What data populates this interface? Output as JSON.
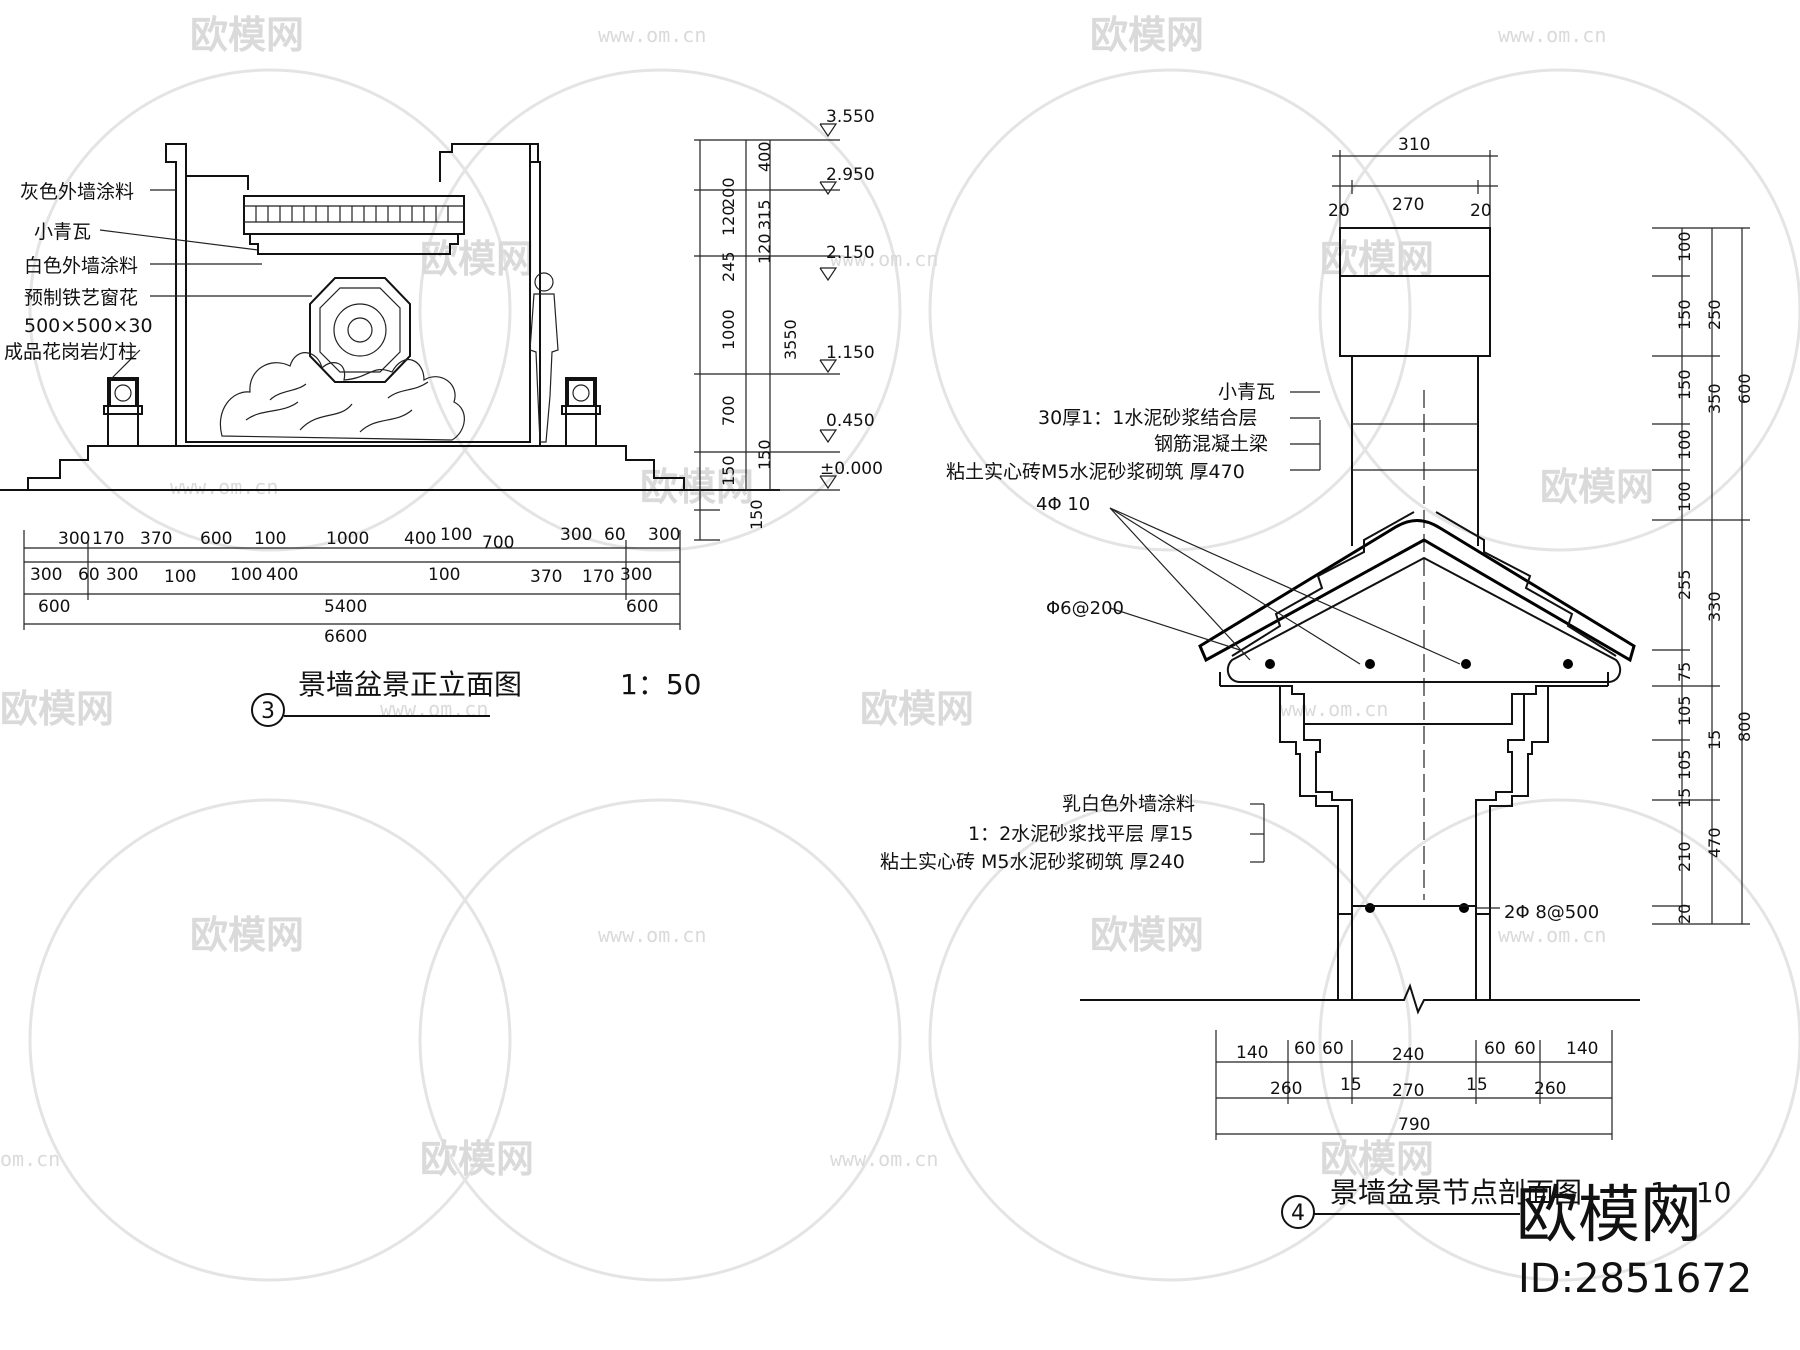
{
  "watermark": {
    "brand": "欧模网",
    "domain": "www.om.cn",
    "domain_short": "om.cn"
  },
  "drawing3": {
    "title": "景墙盆景正立面图",
    "scale": "1：50",
    "number": "3",
    "labels": [
      "灰色外墙涂料",
      "小青瓦",
      "白色外墙涂料",
      "预制铁艺窗花",
      "500×500×30",
      "成品花岗岩灯柱"
    ],
    "elevations": [
      "3.550",
      "2.950",
      "2.150",
      "1.150",
      "0.450",
      "±0.000"
    ],
    "vertical_dims": [
      "400",
      "200",
      "315",
      "120",
      "120",
      "245",
      "1000",
      "700",
      "150",
      "150",
      "150",
      "3550"
    ],
    "dim_row1": [
      "300",
      "170",
      "370",
      "600",
      "100",
      "1000",
      "400",
      "100",
      "700",
      "300",
      "60",
      "300"
    ],
    "dim_row2": [
      "300",
      "60",
      "300",
      "100",
      "100",
      "400",
      "100",
      "370",
      "170",
      "300"
    ],
    "dim_row3": [
      "600",
      "5400",
      "600"
    ],
    "dim_row4": [
      "6600"
    ]
  },
  "drawing4": {
    "title": "景墙盆景节点剖面图",
    "scale": "1：10",
    "number": "4",
    "top_dims": [
      "310",
      "20",
      "270",
      "20"
    ],
    "labels_upper": [
      "小青瓦",
      "30厚1：1水泥砂浆结合层",
      "钢筋混凝土梁",
      "粘土实心砖M5水泥砂浆砌筑 厚470"
    ],
    "rebar_top": "4Φ  10",
    "rebar_stirrup": "Φ6@200",
    "labels_lower": [
      "乳白色外墙涂料",
      "1：2水泥砂浆找平层 厚15",
      "粘土实心砖 M5水泥砂浆砌筑 厚240"
    ],
    "rebar_bottom": "2Φ  8@500",
    "right_dims_a": [
      "100",
      "150",
      "150",
      "100",
      "100",
      "255",
      "75",
      "105",
      "15",
      "105",
      "15",
      "210",
      "20"
    ],
    "right_dims_b": [
      "250",
      "350",
      "330",
      "15",
      "470"
    ],
    "right_dims_c": [
      "600",
      "800"
    ],
    "bottom_row1": [
      "140",
      "60",
      "60",
      "240",
      "60",
      "60",
      "140"
    ],
    "bottom_row2": [
      "260",
      "15",
      "270",
      "15",
      "260"
    ],
    "bottom_row3": [
      "790"
    ]
  },
  "logo": {
    "brand": "欧模网",
    "id": "ID:2851672"
  }
}
